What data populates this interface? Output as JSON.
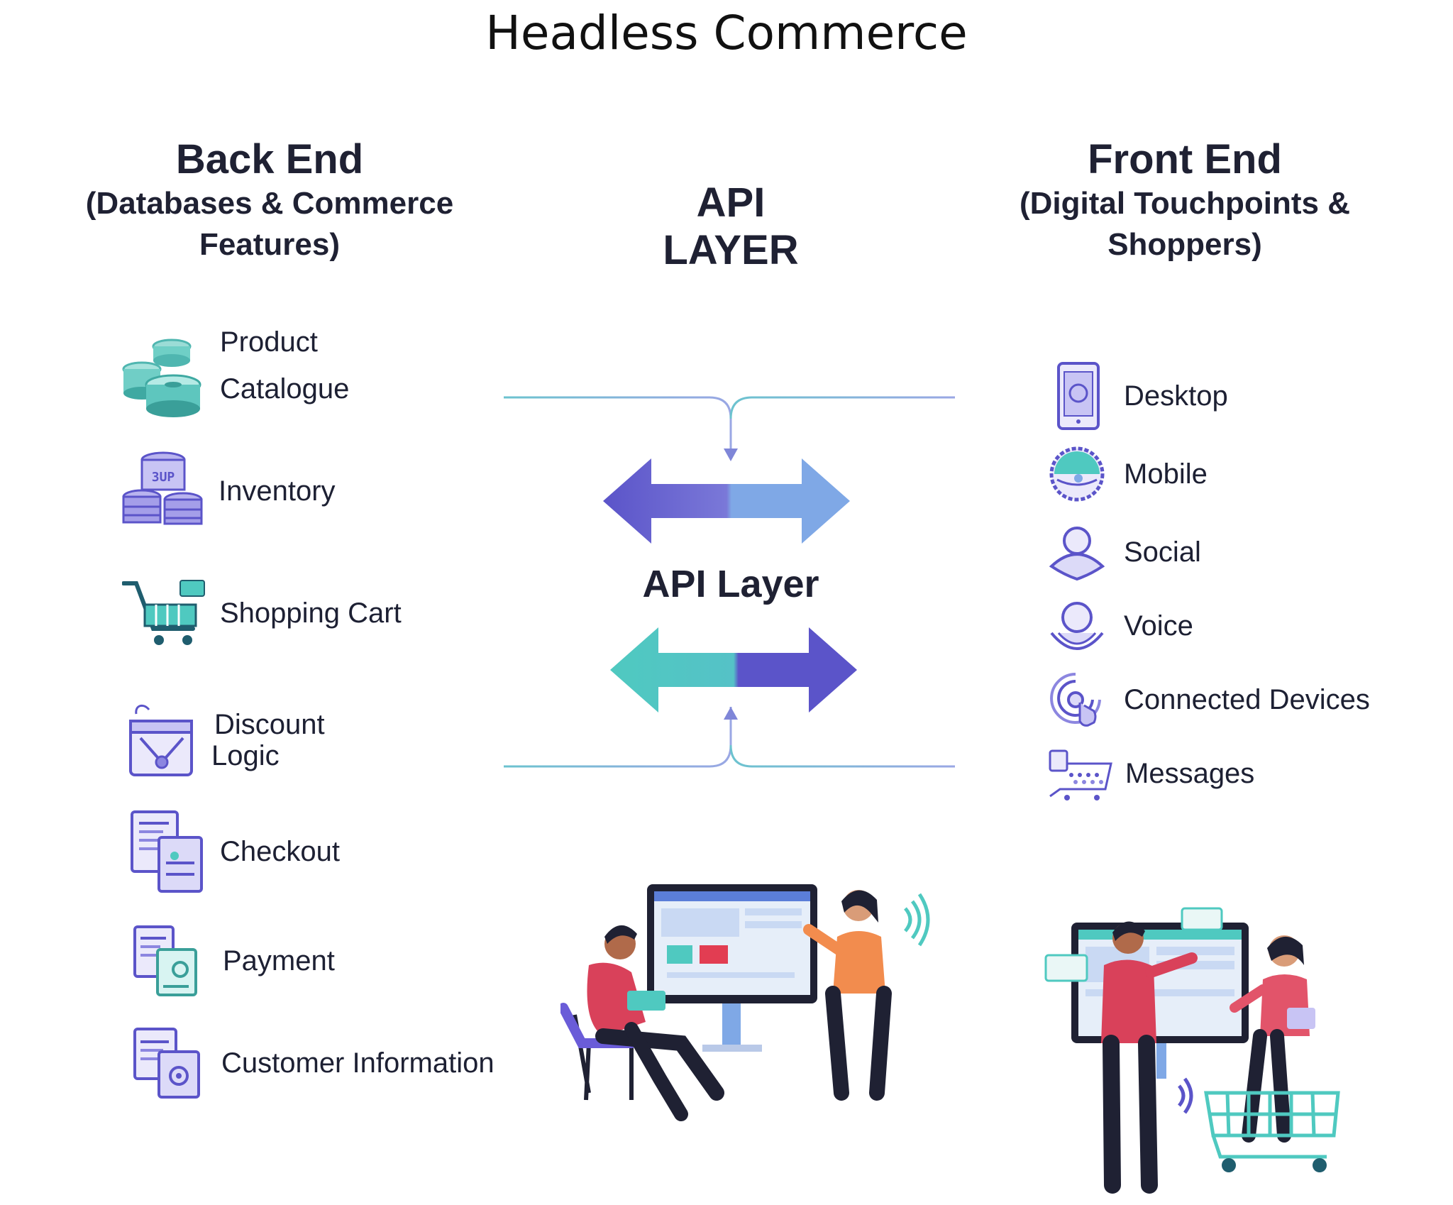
{
  "title": "Headless Commerce",
  "back_end": {
    "heading": "Back End",
    "subheading_line1": "(Databases & Commerce",
    "subheading_line2": "Features)",
    "items": [
      {
        "label": "Product",
        "label2": "Catalogue",
        "icon": "database-stack-icon"
      },
      {
        "label": "Inventory",
        "icon": "inventory-database-icon"
      },
      {
        "label": "Shopping Cart",
        "icon": "shopping-cart-icon"
      },
      {
        "label": "Discount",
        "label2": "Logic",
        "icon": "discount-tag-icon"
      },
      {
        "label": "Checkout",
        "icon": "checkout-documents-icon"
      },
      {
        "label": "Payment",
        "icon": "payment-documents-icon"
      },
      {
        "label": "Customer Information",
        "icon": "customer-info-icon"
      }
    ]
  },
  "api": {
    "heading": "API LAYER",
    "center_label": "API Layer"
  },
  "front_end": {
    "heading": "Front End",
    "subheading_line1": "(Digital Touchpoints &",
    "subheading_line2": "Shoppers)",
    "items": [
      {
        "label": "Desktop",
        "icon": "desktop-device-icon"
      },
      {
        "label": "Mobile",
        "icon": "mobile-badge-icon"
      },
      {
        "label": "Social",
        "icon": "social-user-icon"
      },
      {
        "label": "Voice",
        "icon": "voice-user-icon"
      },
      {
        "label": "Connected Devices",
        "icon": "connected-device-icon"
      },
      {
        "label": "Messages",
        "icon": "messages-icon"
      }
    ]
  },
  "colors": {
    "purple": "#5b54c9",
    "light_purple": "#8c86e0",
    "light_blue": "#7fa8e6",
    "teal": "#4fc9c0",
    "box_line": "#6cc3cf",
    "text": "#1d2033"
  }
}
